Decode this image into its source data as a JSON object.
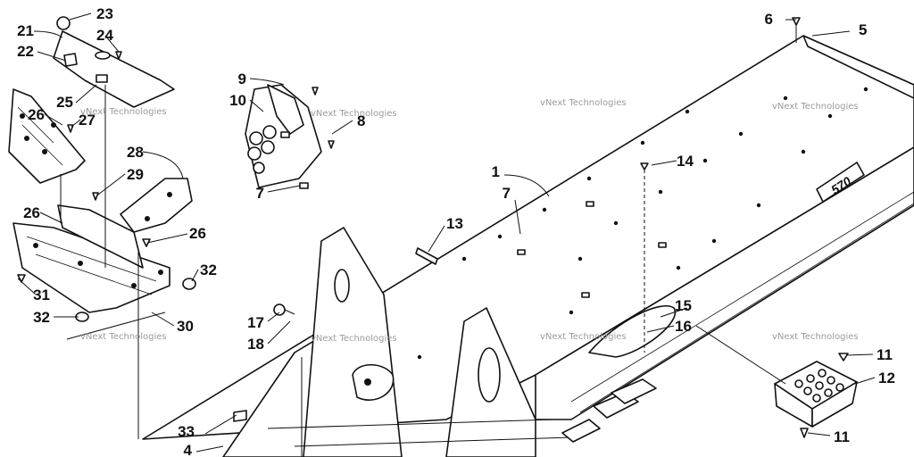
{
  "diagram": {
    "callouts": [
      "1",
      "4",
      "5",
      "6",
      "7",
      "7",
      "8",
      "9",
      "10",
      "11",
      "11",
      "12",
      "13",
      "14",
      "15",
      "16",
      "17",
      "18",
      "21",
      "22",
      "23",
      "24",
      "25",
      "26",
      "26",
      "26",
      "27",
      "28",
      "29",
      "30",
      "31",
      "32",
      "32",
      "33"
    ],
    "watermark": "vNext Technologies",
    "badge_text": "570"
  }
}
